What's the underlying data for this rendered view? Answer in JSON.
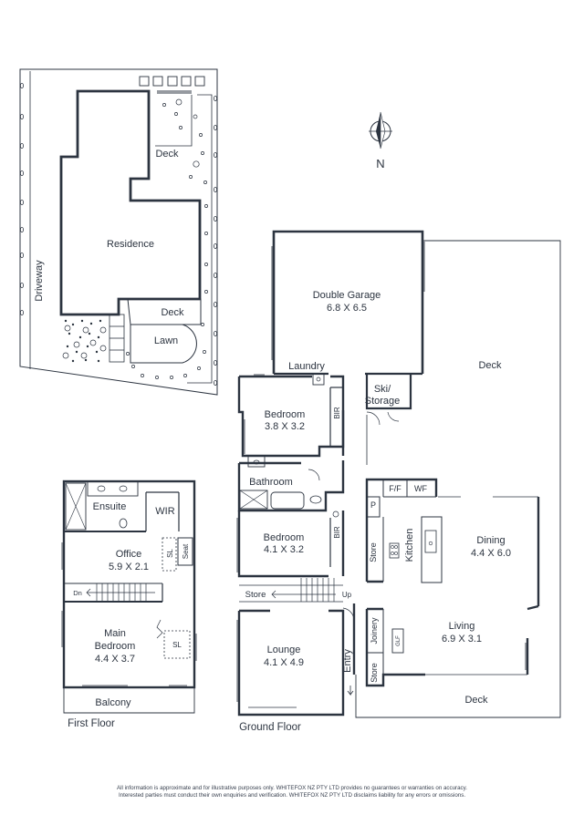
{
  "compass": {
    "label": "N"
  },
  "site": {
    "driveway": "Driveway",
    "residence": "Residence",
    "deck_north": "Deck",
    "deck_south": "Deck",
    "lawn": "Lawn"
  },
  "ground_floor": {
    "title": "Ground Floor",
    "double_garage": {
      "name": "Double Garage",
      "size": "6.8 X 6.5"
    },
    "laundry": "Laundry",
    "ski_storage_1": "Ski/",
    "ski_storage_2": "Storage",
    "bedroom_1": {
      "name": "Bedroom",
      "size": "3.8 X 3.2"
    },
    "bir_1": "BIR",
    "bathroom": "Bathroom",
    "bedroom_2": {
      "name": "Bedroom",
      "size": "4.1 X 3.2"
    },
    "bir_2": "BIR",
    "store_stair": "Store",
    "up": "Up",
    "lounge": {
      "name": "Lounge",
      "size": "4.1 X 4.9"
    },
    "entry": "Entry",
    "ff": "F/F",
    "wf": "WF",
    "pantry": "P",
    "store_kitchen": "Store",
    "kitchen": "Kitchen",
    "dining": {
      "name": "Dining",
      "size": "4.4 X 6.0"
    },
    "living": {
      "name": "Living",
      "size": "6.9 X 3.1"
    },
    "joinery": "Joinery",
    "glf": "GLF",
    "store_entry": "Store",
    "deck_east": "Deck",
    "deck_south": "Deck"
  },
  "first_floor": {
    "title": "First Floor",
    "ensuite": "Ensuite",
    "wir": "WIR",
    "office": {
      "name": "Office",
      "size": "5.9 X 2.1"
    },
    "sl_1": "SL",
    "seat": "Seat",
    "dn": "Dn",
    "main_bedroom": {
      "name": "Main",
      "name2": "Bedroom",
      "size": "4.4 X 3.7"
    },
    "sl_2": "SL",
    "balcony": "Balcony"
  },
  "disclaimer": {
    "line1": "All information is approximate and for illustrative purposes only. WHITEFOX NZ PTY LTD provides no guarantees or warranties on accuracy.",
    "line2": "Interested parties must conduct their own enquiries and verification. WHITEFOX NZ PTY LTD disclaims liability for any errors or omissions."
  }
}
